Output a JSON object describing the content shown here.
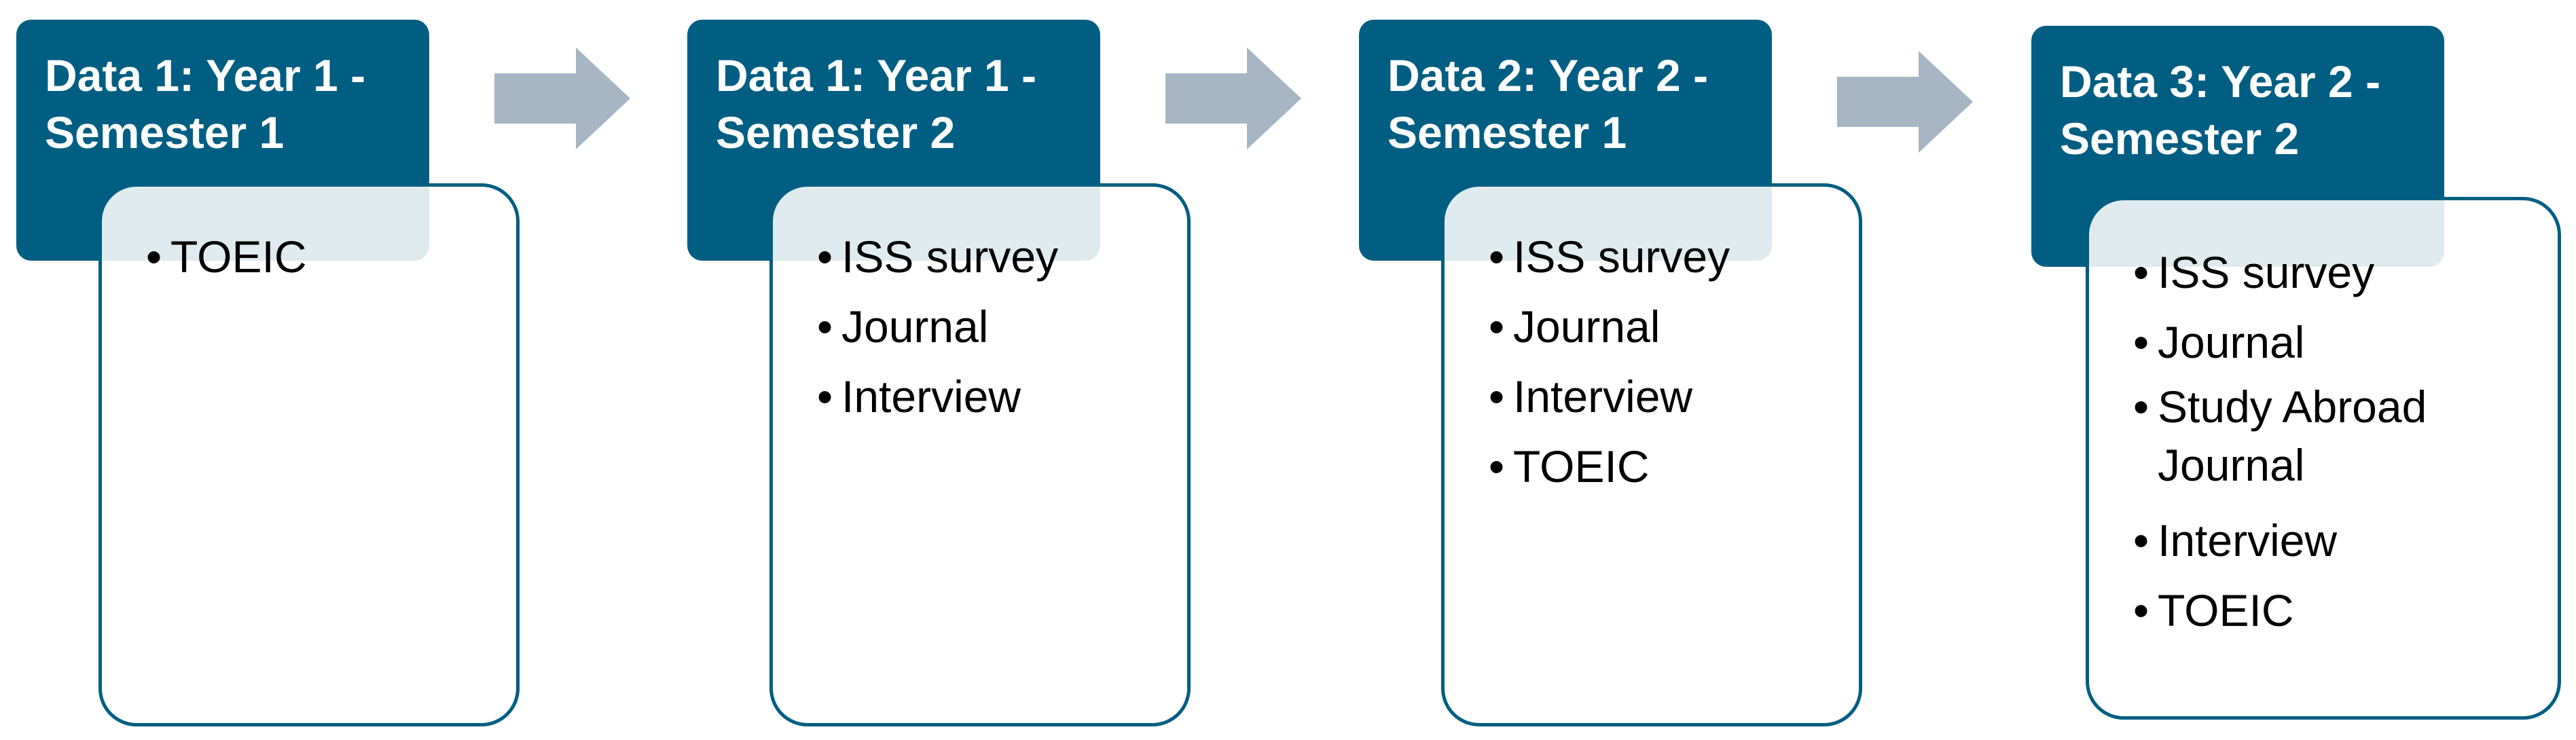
{
  "colors": {
    "header_fill": "#005e82",
    "box_border": "#005e82",
    "arrow_fill": "#a6b6c4"
  },
  "stages": [
    {
      "title": "Data 1: Year 1 -\nSemester 1",
      "items": [
        "TOEIC"
      ]
    },
    {
      "title": "Data 1: Year 1 -\nSemester 2",
      "items": [
        "ISS survey",
        "Journal",
        "Interview"
      ]
    },
    {
      "title": "Data 2: Year 2 -\nSemester 1",
      "items": [
        "ISS survey",
        "Journal",
        "Interview",
        "TOEIC"
      ]
    },
    {
      "title": "Data 3: Year 2 -\nSemester 2",
      "items": [
        "ISS survey",
        "Journal",
        "Study Abroad Journal",
        "Interview",
        "TOEIC"
      ]
    }
  ],
  "arrows": [
    {
      "icon": "right-arrow-icon"
    },
    {
      "icon": "right-arrow-icon"
    },
    {
      "icon": "right-arrow-icon"
    }
  ]
}
